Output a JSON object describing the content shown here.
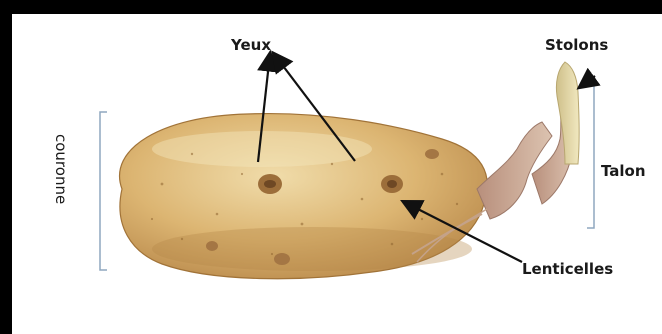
{
  "labels": {
    "yeux": "Yeux",
    "stolons": "Stolons",
    "talon": "Talon",
    "couronne": "couronne",
    "lenticelles": "Lenticelles"
  },
  "colors": {
    "potato_light": "#e8cf94",
    "potato_mid": "#d2aa63",
    "potato_dark": "#a9793a",
    "sprout": "#c9a691",
    "sprout_tip": "#e6d8a0",
    "bracket": "#8fa7bf",
    "arrow": "#111111"
  }
}
